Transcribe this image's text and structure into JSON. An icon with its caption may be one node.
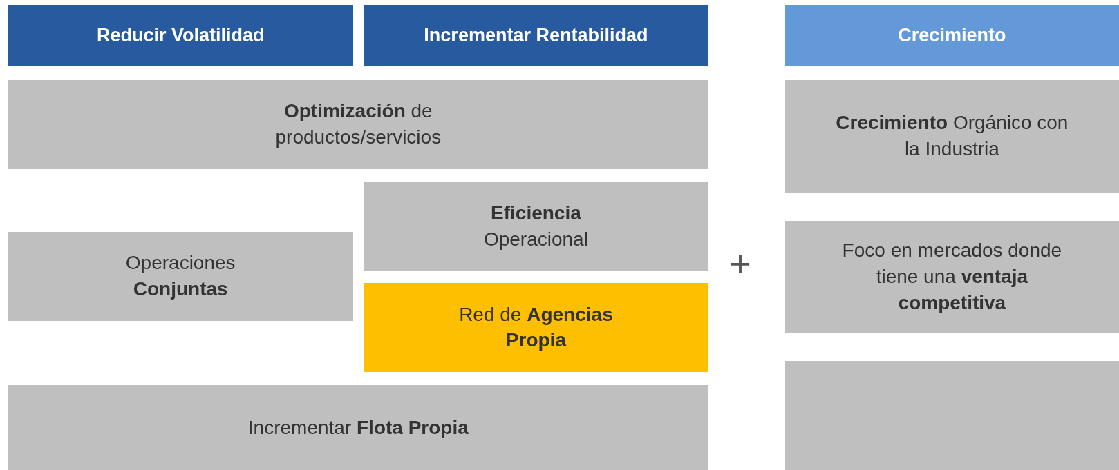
{
  "diagram": {
    "nodes": [
      {
        "text": [
          "Reducir Volatilidad"
        ]
      },
      {
        "text": [
          "Incrementar Rentabilidad"
        ]
      },
      {
        "text": [
          "Crecimiento"
        ]
      },
      {
        "text": [
          "**Optimización** de productos/servicios"
        ]
      },
      {
        "text": [
          "**Crecimiento** Orgánico con la Industria"
        ]
      },
      {
        "text": [
          "**Eficiencia** Operacional"
        ]
      },
      {
        "text": [
          "Operaciones **Conjuntas**"
        ]
      },
      {
        "text": [
          "Red de **Agencias Propia**"
        ]
      },
      {
        "text": [
          "Foco en mercados donde tiene una **ventaja competitiva**"
        ]
      },
      {
        "text": [
          "Incrementar **Flota Propia**"
        ]
      },
      {
        "text": [],
        "shape": "box"
      }
    ],
    "labels": [
      "+"
    ]
  }
}
